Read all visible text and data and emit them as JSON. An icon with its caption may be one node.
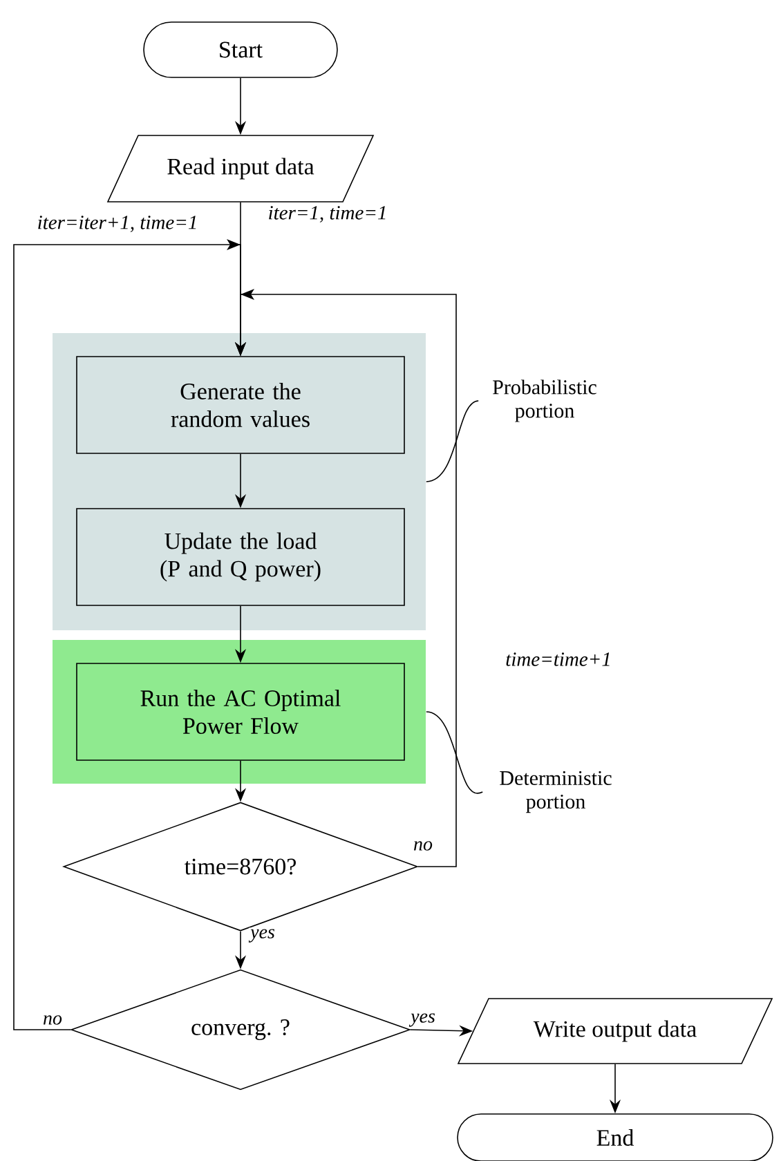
{
  "diagram": {
    "nodes": [
      {
        "text": [
          "Start"
        ]
      },
      {
        "text": [
          "Read input data"
        ]
      },
      {
        "text": [],
        "shape": "box"
      },
      {
        "text": [
          "Generate the random values"
        ],
        "in": 2
      },
      {
        "text": [
          "Update the load (P and Q power)"
        ],
        "in": 2
      },
      {
        "text": [],
        "shape": "box"
      },
      {
        "text": [
          "Run the AC Optimal Power Flow"
        ],
        "in": 5
      },
      {
        "text": [
          "Probabilistic portion"
        ]
      },
      {
        "text": [
          "Deterministic portion"
        ]
      },
      {
        "text": [
          "time=8760?"
        ]
      },
      {
        "text": [
          "converg. ?"
        ]
      },
      {
        "text": [
          "Write output data"
        ]
      },
      {
        "text": [
          "End"
        ]
      }
    ],
    "edges": [
      {
        "from": 0,
        "to": 1,
        "arrow": "to"
      },
      {
        "from": 1,
        "to": 3,
        "arrow": "to"
      },
      {
        "from": 3,
        "to": 4,
        "arrow": "to"
      },
      {
        "from": 4,
        "to": 6,
        "arrow": "to"
      },
      {
        "from": 6,
        "to": 9,
        "arrow": "to"
      },
      {
        "from": 9,
        "to": 3,
        "arrow": "to",
        "label": "no"
      },
      {
        "from": 9,
        "to": 10,
        "arrow": "to",
        "label": "yes"
      },
      {
        "from": 10,
        "to": 3,
        "arrow": "to",
        "label": "no"
      },
      {
        "from": 10,
        "to": 11,
        "arrow": "to",
        "label": "yes"
      },
      {
        "from": 11,
        "to": 12,
        "arrow": "to"
      },
      {
        "from": 7,
        "to": 2,
        "arrow": "none"
      },
      {
        "from": 8,
        "to": 5,
        "arrow": "none"
      }
    ],
    "labels": [
      "iter=iter+1, time=1",
      "iter=1, time=1",
      "time=time+1"
    ]
  }
}
